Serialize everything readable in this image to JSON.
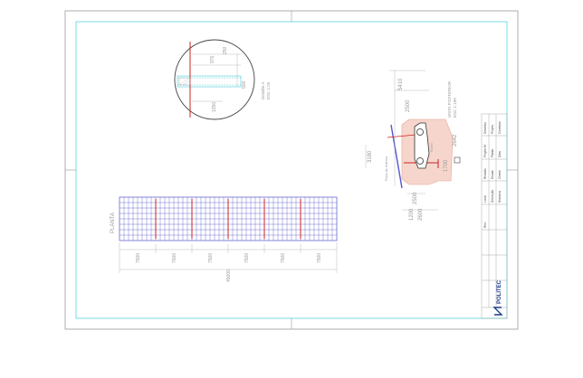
{
  "planta": {
    "title": "PLANTA",
    "dimensions": [
      "7500",
      "7500",
      "7500",
      "7500",
      "7500",
      "7500"
    ],
    "total": "45000"
  },
  "detail": {
    "title": "Detalhe A",
    "scale": "ESC 1:25",
    "dims": [
      "975",
      "250",
      "500",
      "1250"
    ]
  },
  "lateral": {
    "title": "VISTA POSTERIOR",
    "scale": "ESC 1:100",
    "dims": [
      "5410",
      "2500",
      "3180",
      "2500",
      "1700",
      "2642",
      "2600",
      "1200"
    ],
    "labels": [
      "Plano do sistema",
      "Painel"
    ]
  },
  "titleblock": {
    "logo": "POLITEC",
    "cells": [
      "Desenho",
      "Projeto",
      "Conteúdo",
      "Projeto Nº",
      "Planta",
      "Data",
      "Revisão",
      "Escala",
      "Cliente",
      "Local",
      "Descrição",
      "Estrutura",
      "Rev."
    ]
  },
  "colors": {
    "frame": "#22c4d6",
    "panel": "#5555cc",
    "support": "#cc2222",
    "ground": "#e8a090"
  }
}
